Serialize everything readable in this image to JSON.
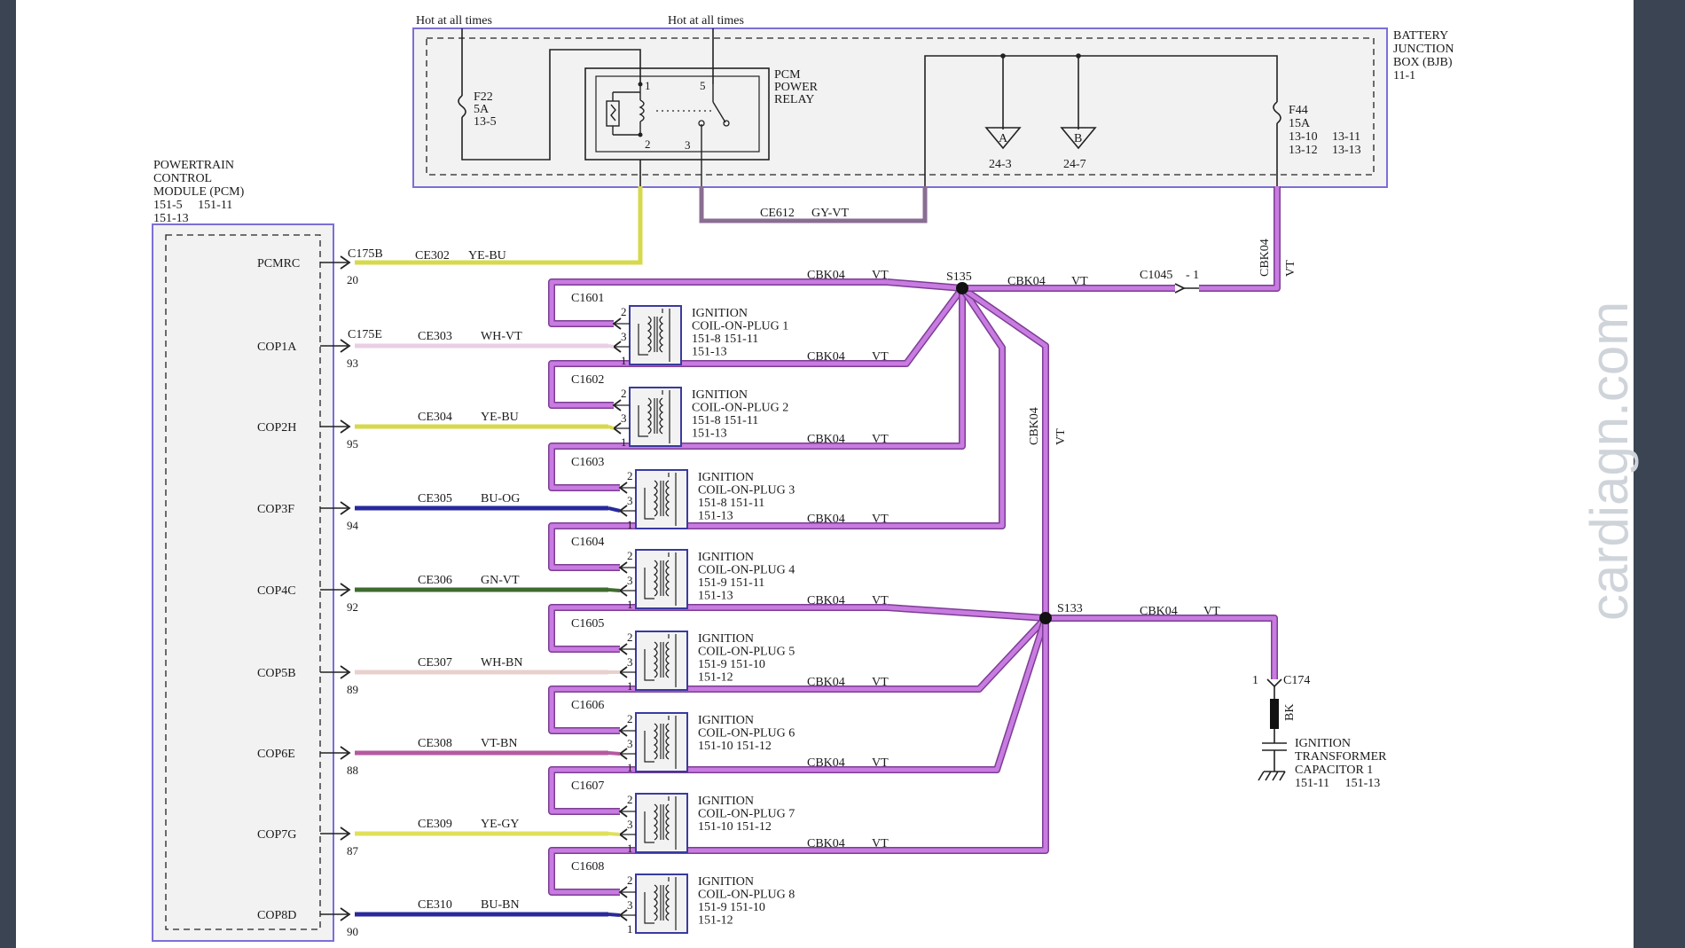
{
  "colors": {
    "violet_wire": "#c87be0",
    "violet_wire_edge": "#7d3d94",
    "grey_violet_wire": "#8a6d93",
    "yellow_blue": "#d7d94c",
    "white_violet": "#e9cfe6",
    "blue_orange": "#27299c",
    "green_violet": "#3f6b2f",
    "white_brown": "#e8d0cd",
    "violet_brown": "#b55aa0",
    "yellow_grey": "#e0e05b",
    "blue_brown": "#2a2a9a",
    "black": "#111111",
    "box_outline": "#7b6fd6",
    "box_fill": "#f2f2f2",
    "background": "#3a4452",
    "sheet": "#ffffff"
  },
  "watermark": "cardiagn.com",
  "hot_label": "Hot at all times",
  "bjb": {
    "title_lines": [
      "BATTERY",
      "JUNCTION",
      "BOX (BJB)",
      "11-1"
    ],
    "fuse_f22": [
      "F22",
      "5A",
      "13-5"
    ],
    "relay_lines": [
      "PCM",
      "POWER",
      "RELAY"
    ],
    "relay_pins": [
      "1",
      "5",
      "2",
      "3"
    ],
    "fuse_f44": [
      "F44",
      "15A",
      "13-10",
      "13-11",
      "13-12",
      "13-13"
    ],
    "terminal_a": {
      "letter": "A",
      "ref": "24-3"
    },
    "terminal_b": {
      "letter": "B",
      "ref": "24-7"
    }
  },
  "pcm": {
    "title_lines": [
      "POWERTRAIN",
      "CONTROL",
      "MODULE (PCM)",
      "151-5     151-11",
      "151-13"
    ],
    "pins": [
      {
        "name": "PCMRC",
        "num": "20"
      },
      {
        "name": "COP1A",
        "num": "93"
      },
      {
        "name": "COP2H",
        "num": "95"
      },
      {
        "name": "COP3F",
        "num": "94"
      },
      {
        "name": "COP4C",
        "num": "92"
      },
      {
        "name": "COP5B",
        "num": "89"
      },
      {
        "name": "COP6E",
        "num": "88"
      },
      {
        "name": "COP7G",
        "num": "87"
      },
      {
        "name": "COP8D",
        "num": "90"
      }
    ],
    "connector_c175b": "C175B",
    "connector_c175e": "C175E"
  },
  "relay_wire": {
    "circuit": "CE612",
    "color": "GY-VT"
  },
  "feed_wire": {
    "circuit": "CE302",
    "color": "YE-BU"
  },
  "splices": {
    "s135": "S135",
    "s133": "S133"
  },
  "c1045": "C1045",
  "c1045_pin": "- 1",
  "cbk": {
    "circuit": "CBK04",
    "color": "VT"
  },
  "coils": [
    {
      "connector": "C1601",
      "lines": [
        "IGNITION",
        "COIL-ON-PLUG 1",
        "151-8     151-11",
        "151-13"
      ],
      "circuit": "CE303",
      "wire": "WH-VT"
    },
    {
      "connector": "C1602",
      "lines": [
        "IGNITION",
        "COIL-ON-PLUG 2",
        "151-8     151-11",
        "151-13"
      ],
      "circuit": "CE304",
      "wire": "YE-BU"
    },
    {
      "connector": "C1603",
      "lines": [
        "IGNITION",
        "COIL-ON-PLUG 3",
        "151-8     151-11",
        "151-13"
      ],
      "circuit": "CE305",
      "wire": "BU-OG"
    },
    {
      "connector": "C1604",
      "lines": [
        "IGNITION",
        "COIL-ON-PLUG 4",
        "151-9     151-11",
        "151-13"
      ],
      "circuit": "CE306",
      "wire": "GN-VT"
    },
    {
      "connector": "C1605",
      "lines": [
        "IGNITION",
        "COIL-ON-PLUG 5",
        "151-9     151-10",
        "151-12"
      ],
      "circuit": "CE307",
      "wire": "WH-BN"
    },
    {
      "connector": "C1606",
      "lines": [
        "IGNITION",
        "COIL-ON-PLUG 6",
        "151-10    151-12"
      ],
      "circuit": "CE308",
      "wire": "VT-BN"
    },
    {
      "connector": "C1607",
      "lines": [
        "IGNITION",
        "COIL-ON-PLUG 7",
        "151-10    151-12"
      ],
      "circuit": "CE309",
      "wire": "YE-GY"
    },
    {
      "connector": "C1608",
      "lines": [
        "IGNITION",
        "COIL-ON-PLUG 8",
        "151-9     151-10",
        "151-12"
      ],
      "circuit": "CE310",
      "wire": "BU-BN"
    }
  ],
  "coil_pins": [
    "2",
    "3",
    "1"
  ],
  "capacitor": {
    "connector": "C174",
    "pin": "1",
    "wire": "BK",
    "lines": [
      "IGNITION",
      "TRANSFORMER",
      "CAPACITOR 1",
      "151-11     151-13"
    ]
  }
}
